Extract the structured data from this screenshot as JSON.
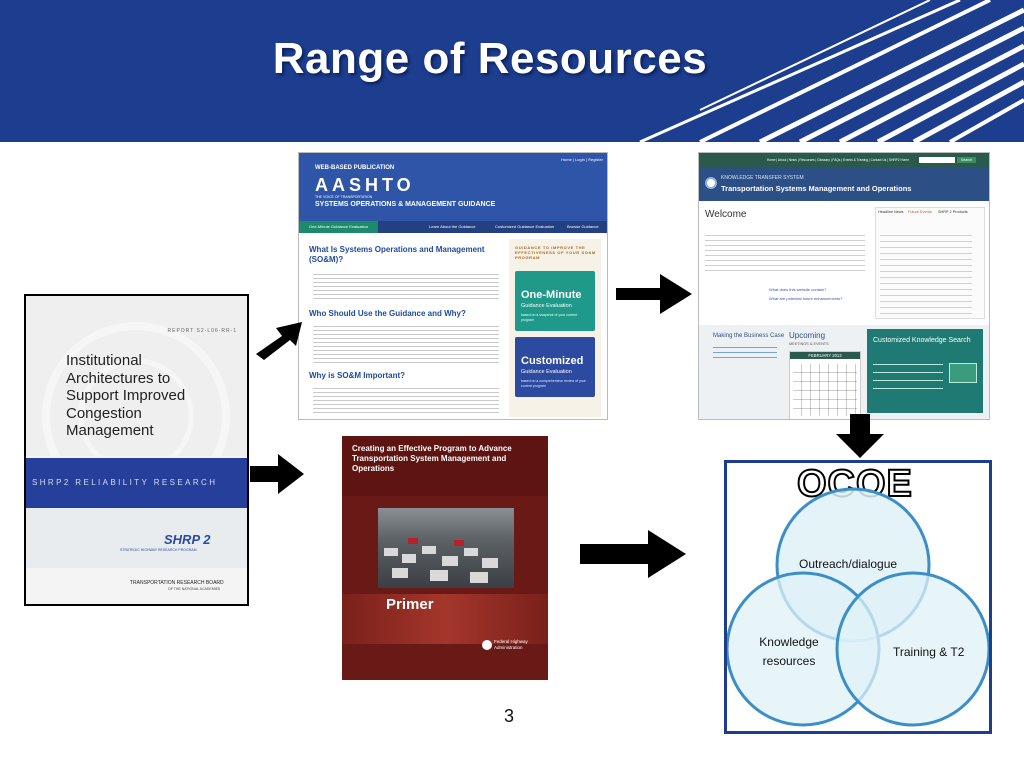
{
  "slide": {
    "title": "Range of Resources",
    "page_number": "3"
  },
  "report_cover": {
    "report_code": "REPORT S2-L06-RR-1",
    "title_lines": [
      "Institutional",
      "Architectures to",
      "Support Improved",
      "Congestion",
      "Management"
    ],
    "band_text": "SHRP2 RELIABILITY RESEARCH",
    "logo_text": "SHRP 2",
    "logo_subtext": "STRATEGIC HIGHWAY RESEARCH PROGRAM",
    "publisher": "TRANSPORTATION RESEARCH BOARD",
    "publisher_sub": "OF THE NATIONAL ACADEMIES"
  },
  "aashto_site": {
    "kicker": "WEB-BASED PUBLICATION",
    "top_links": "Home | Login | Register",
    "logo": "AASHTO",
    "logo_tagline": "THE VOICE OF TRANSPORTATION",
    "heading": "SYSTEMS OPERATIONS & MANAGEMENT GUIDANCE",
    "nav": [
      "One-Minute Guidance Evaluation",
      "Learn About the Guidance",
      "Customized Guidance Evaluation",
      "Browse Guidance"
    ],
    "h1": "What Is Systems Operations and Management (SO&M)?",
    "h2": "Who Should Use the Guidance and Why?",
    "h3": "Why is SO&M Important?",
    "side_heading": "GUIDANCE TO IMPROVE THE EFFECTIVENESS OF YOUR SO&M PROGRAM",
    "box1_title": "One-Minute",
    "box1_sub": "Guidance Evaluation",
    "box1_note": "based on a snapshot of your current program",
    "box2_title": "Customized",
    "box2_sub": "Guidance Evaluation",
    "box2_note": "based on a comprehensive review of your current program"
  },
  "ktss_site": {
    "top_links": "Home | About | News | Resources | Glossary | FAQs | Events & Training | Contact Us | SHRP2 Home",
    "search_button": "Search",
    "system_label": "KNOWLEDGE TRANSFER SYSTEM",
    "site_title": "Transportation Systems Management and Operations",
    "welcome": "Welcome",
    "tabs": [
      "Headline News",
      "Future Events",
      "SHRP 2 Products"
    ],
    "links": [
      "What does this website contain?",
      "What are potential future enhancements?"
    ],
    "business_case": "Making the Business Case",
    "upcoming": "Upcoming",
    "meetings": "MEETINGS & EVENTS",
    "calendar_month": "FEBRUARY 2013",
    "search_box_title": "Customized Knowledge Search"
  },
  "primer": {
    "title": "Creating an Effective Program to Advance Transportation System Management and Operations",
    "label": "Primer",
    "agency": "Federal Highway Administration"
  },
  "ocoe": {
    "title": "OCOE",
    "circles": [
      "Outreach/dialogue",
      "Knowledge resources",
      "Training & T2"
    ],
    "colors": {
      "top": "#dff1f7",
      "left": "#dff1f7",
      "right": "#dff1f7",
      "stroke": "#3b8ec8",
      "frame": "#1d3d8f"
    }
  },
  "colors": {
    "header": "#1d3d8f",
    "arrow": "#000000"
  }
}
